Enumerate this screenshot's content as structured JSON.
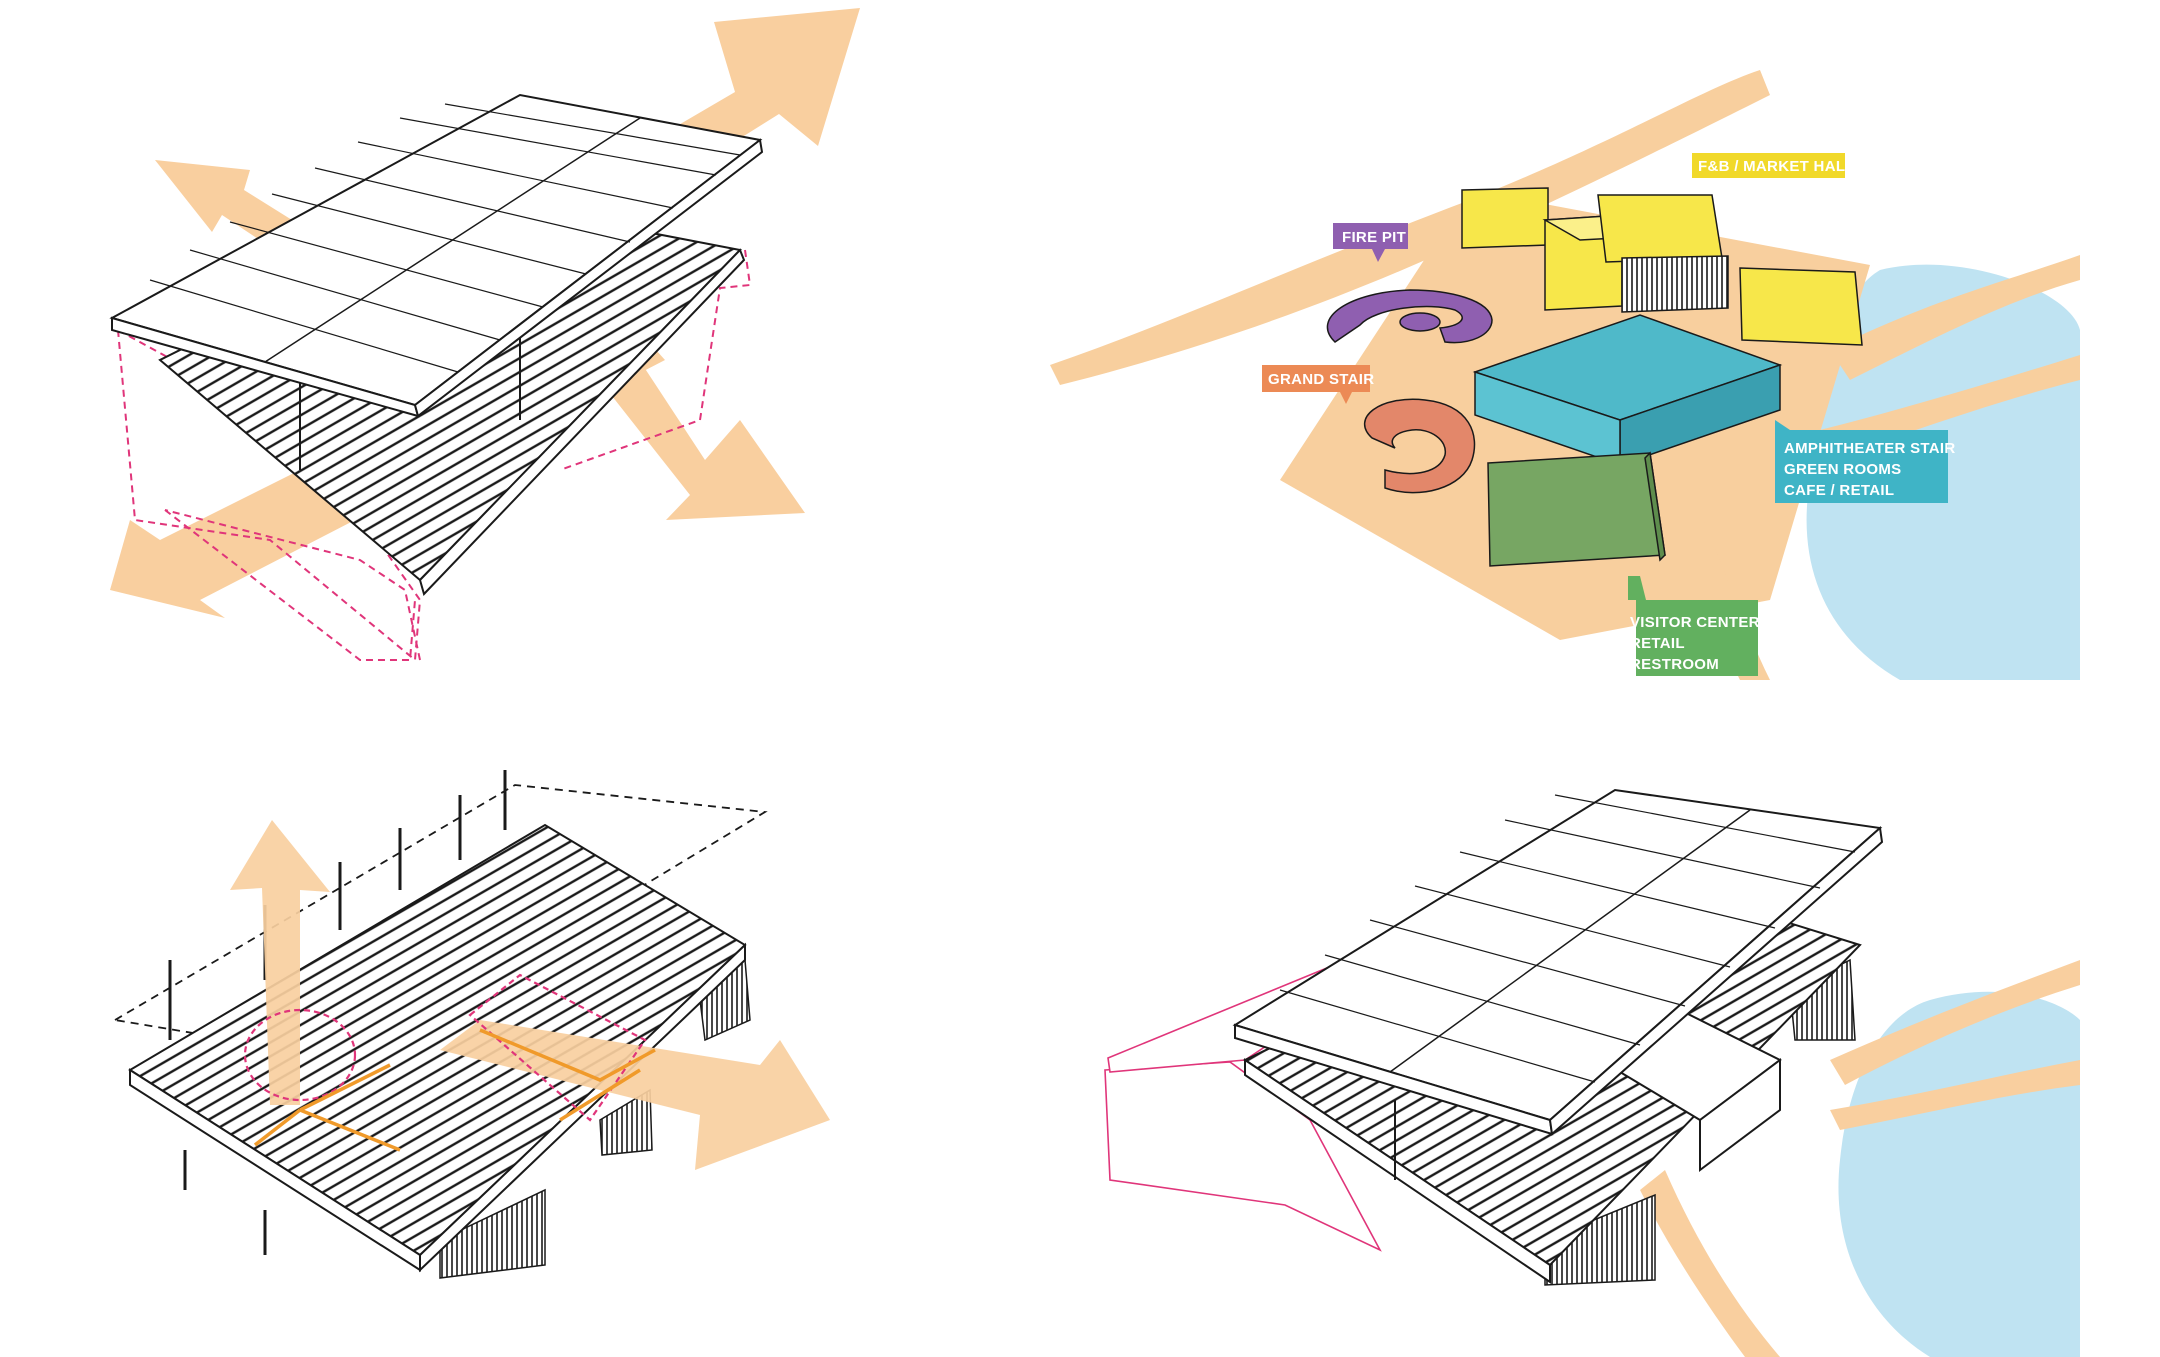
{
  "colors": {
    "flow": "#f9cf9f",
    "water": "#bfe3f2",
    "ground": "#f8cf9e",
    "market": "#f7e74a",
    "market_label": "#f1d92a",
    "firepit": "#8f5fb0",
    "grandstair": "#e3876a",
    "grandstair_label": "#ec8a55",
    "amphitheater": "#4fb9c9",
    "amph_label": "#3fb4c6",
    "visitor": "#77a663",
    "visitor_label": "#62b05f",
    "outline": "#1a1a1a",
    "dashed_magenta": "#e0357a"
  },
  "panels": [
    {
      "name": "canopy-views-diagram"
    },
    {
      "name": "program-site-plan"
    },
    {
      "name": "seating-opening-diagram"
    },
    {
      "name": "final-assembly-diagram"
    }
  ],
  "labels": {
    "market_hall": "F&B / MARKET HALL",
    "fire_pit": "FIRE PIT",
    "grand_stair": "GRAND STAIR",
    "amph_line1": "AMPHITHEATER STAIR",
    "amph_line2": "GREEN ROOMS",
    "amph_line3": "CAFE / RETAIL",
    "visitor_line1": "VISITOR CENTER",
    "visitor_line2": "RETAIL",
    "visitor_line3": "RESTROOM"
  }
}
